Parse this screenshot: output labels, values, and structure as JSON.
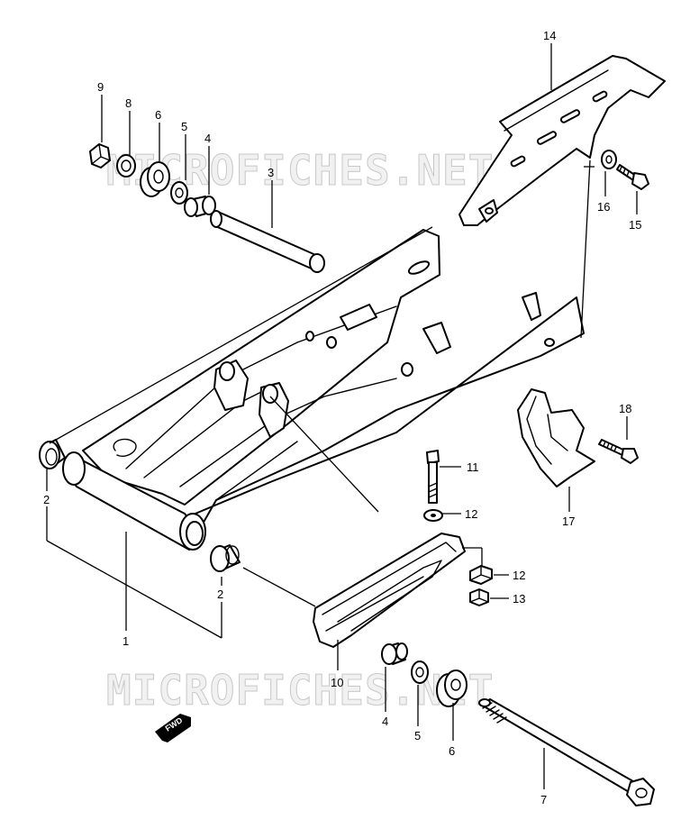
{
  "watermark": {
    "top": "MICROFICHES.NET",
    "bottom": "MICROFICHES.NET"
  },
  "direction_marker": {
    "label": "FWD"
  },
  "callouts": [
    {
      "id": "c9",
      "label": "9"
    },
    {
      "id": "c8",
      "label": "8"
    },
    {
      "id": "c6a",
      "label": "6"
    },
    {
      "id": "c5a",
      "label": "5"
    },
    {
      "id": "c4a",
      "label": "4"
    },
    {
      "id": "c3",
      "label": "3"
    },
    {
      "id": "c14",
      "label": "14"
    },
    {
      "id": "c16",
      "label": "16"
    },
    {
      "id": "c15",
      "label": "15"
    },
    {
      "id": "c18",
      "label": "18"
    },
    {
      "id": "c17",
      "label": "17"
    },
    {
      "id": "c11",
      "label": "11"
    },
    {
      "id": "c12a",
      "label": "12"
    },
    {
      "id": "c12b",
      "label": "12"
    },
    {
      "id": "c13",
      "label": "13"
    },
    {
      "id": "c2a",
      "label": "2"
    },
    {
      "id": "c2b",
      "label": "2"
    },
    {
      "id": "c1",
      "label": "1"
    },
    {
      "id": "c10",
      "label": "10"
    },
    {
      "id": "c4b",
      "label": "4"
    },
    {
      "id": "c5b",
      "label": "5"
    },
    {
      "id": "c6b",
      "label": "6"
    },
    {
      "id": "c7",
      "label": "7"
    }
  ]
}
